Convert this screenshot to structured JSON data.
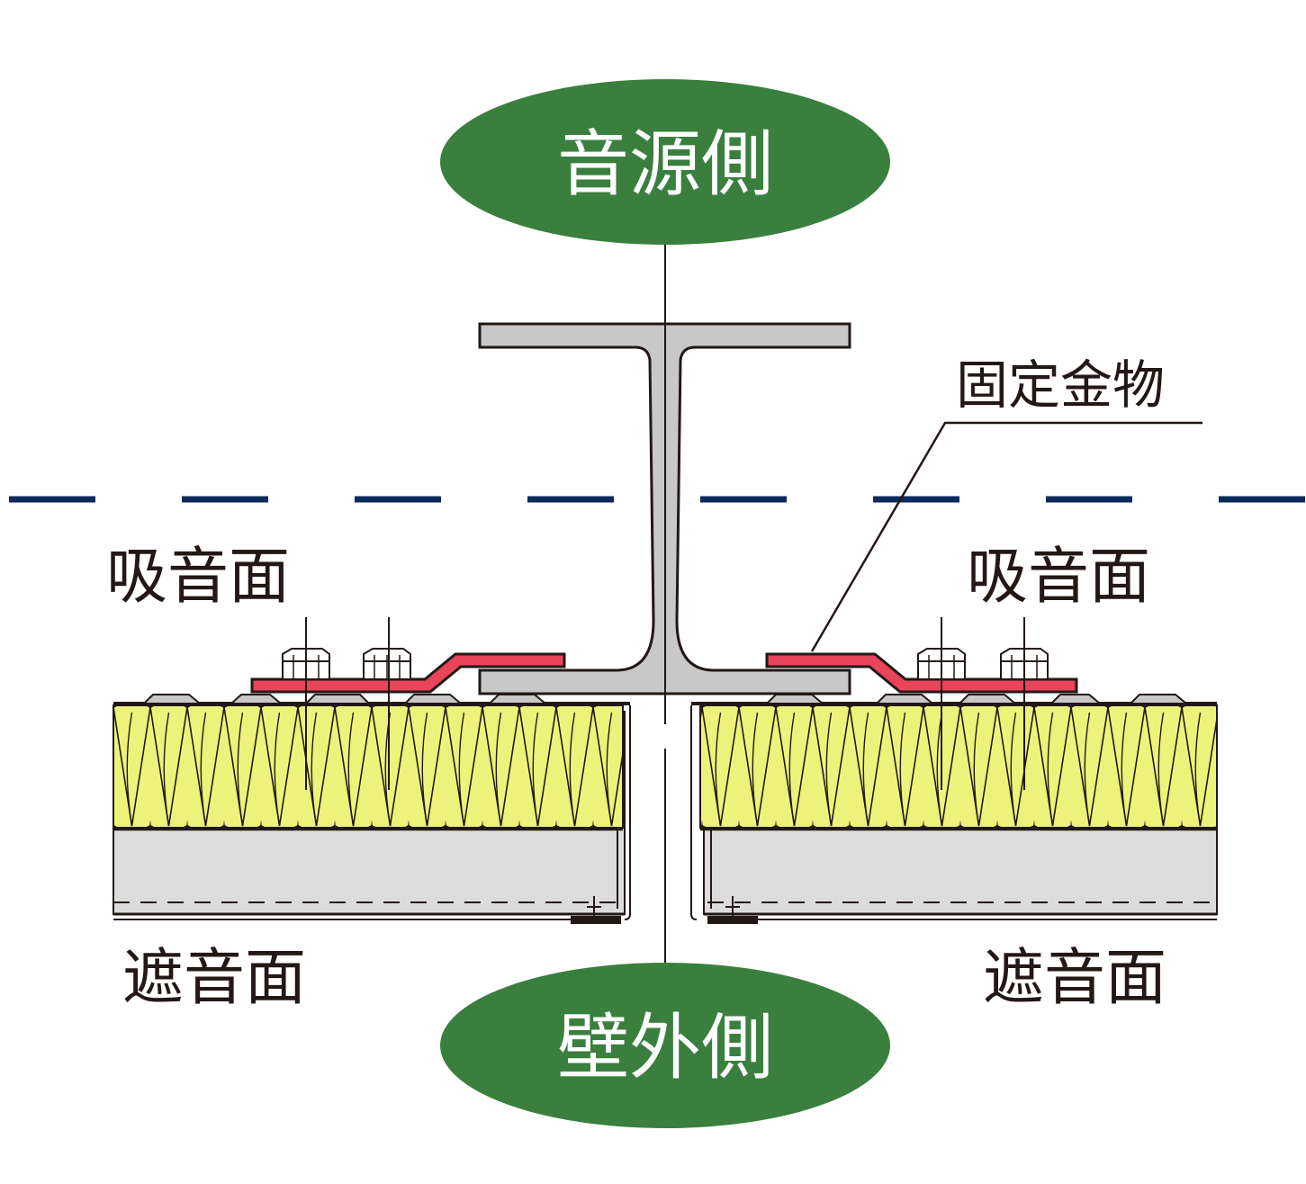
{
  "labels": {
    "source_side": "音源側",
    "outer_side": "壁外側",
    "fixing_bracket": "固定金物",
    "absorbing_left": "吸音面",
    "absorbing_right": "吸音面",
    "insulating_left": "遮音面",
    "insulating_right": "遮音面"
  },
  "colors": {
    "ellipse_green": "#3a7f3e",
    "dashed_line_navy": "#0d2a5c",
    "insulation_yellow": "#eef27a",
    "steel_gray": "#c8c8c8",
    "panel_gray": "#dcdcdc",
    "bracket_red": "#e8455a",
    "outline": "#231815"
  }
}
